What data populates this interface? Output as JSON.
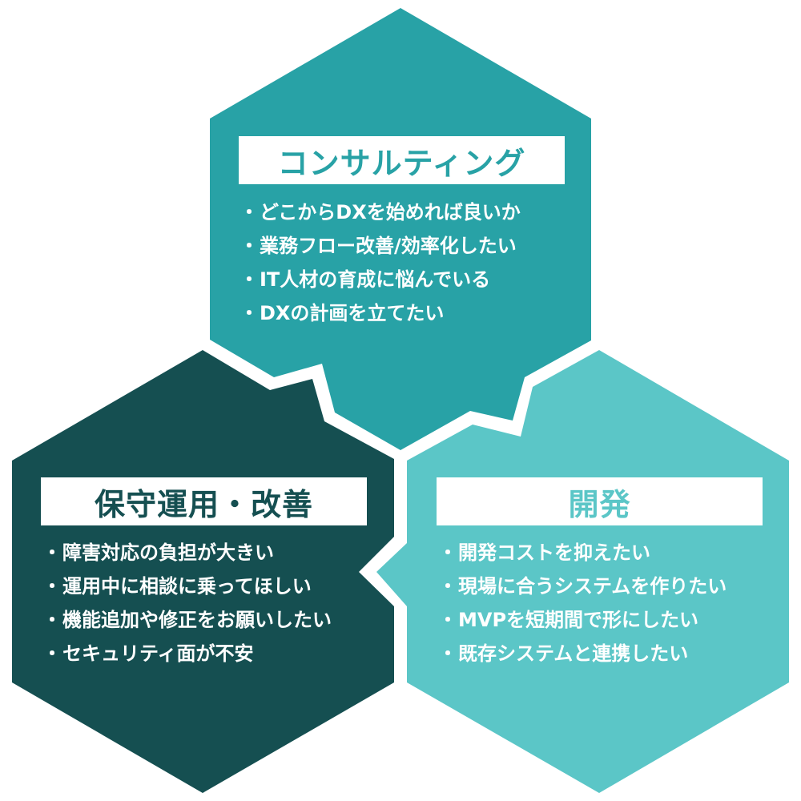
{
  "colors": {
    "consulting": "#28a2a6",
    "maintenance": "#154f51",
    "development": "#5bc6c7",
    "background": "#ffffff"
  },
  "bullet": "・",
  "consulting": {
    "title": "コンサルティング",
    "items": [
      "どこからDXを始めれば良いか",
      "業務フロー改善/効率化したい",
      "IT人材の育成に悩んでいる",
      "DXの計画を立てたい"
    ]
  },
  "maintenance": {
    "title": "保守運用・改善",
    "items": [
      "障害対応の負担が大きい",
      "運用中に相談に乗ってほしい",
      "機能追加や修正をお願いしたい",
      "セキュリティ面が不安"
    ]
  },
  "development": {
    "title": "開発",
    "items": [
      "開発コストを抑えたい",
      "現場に合うシステムを作りたい",
      "MVPを短期間で形にしたい",
      "既存システムと連携したい"
    ]
  }
}
